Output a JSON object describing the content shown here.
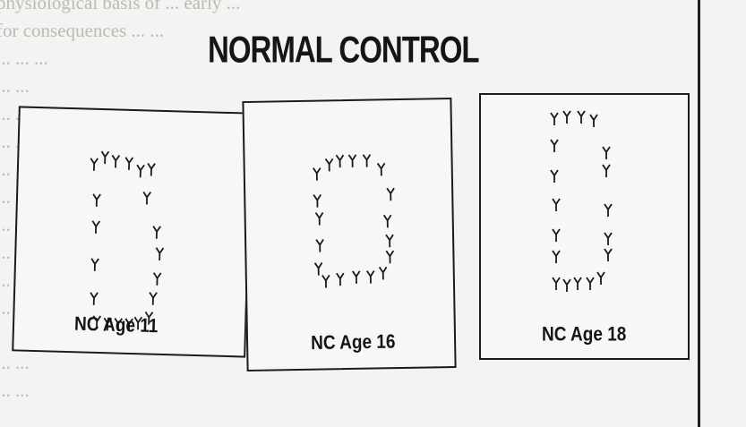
{
  "figure": {
    "title": "NORMAL CONTROL",
    "panels": [
      {
        "caption": "NC Age 11"
      },
      {
        "caption": "NC Age 16"
      },
      {
        "caption": "NC Age 18"
      }
    ]
  },
  "background_text": [
    "physiological basis of ... early ... ",
    "for consequences ... ...",
    "... ... ...",
    "... ...",
    "... ...",
    "... ...",
    "... ...",
    "... ...",
    "... ...",
    "... ...",
    "... ...",
    "... ...",
    "... ...",
    "... ..."
  ],
  "icons": {
    "receptor_glyph": "y-receptor-icon"
  }
}
